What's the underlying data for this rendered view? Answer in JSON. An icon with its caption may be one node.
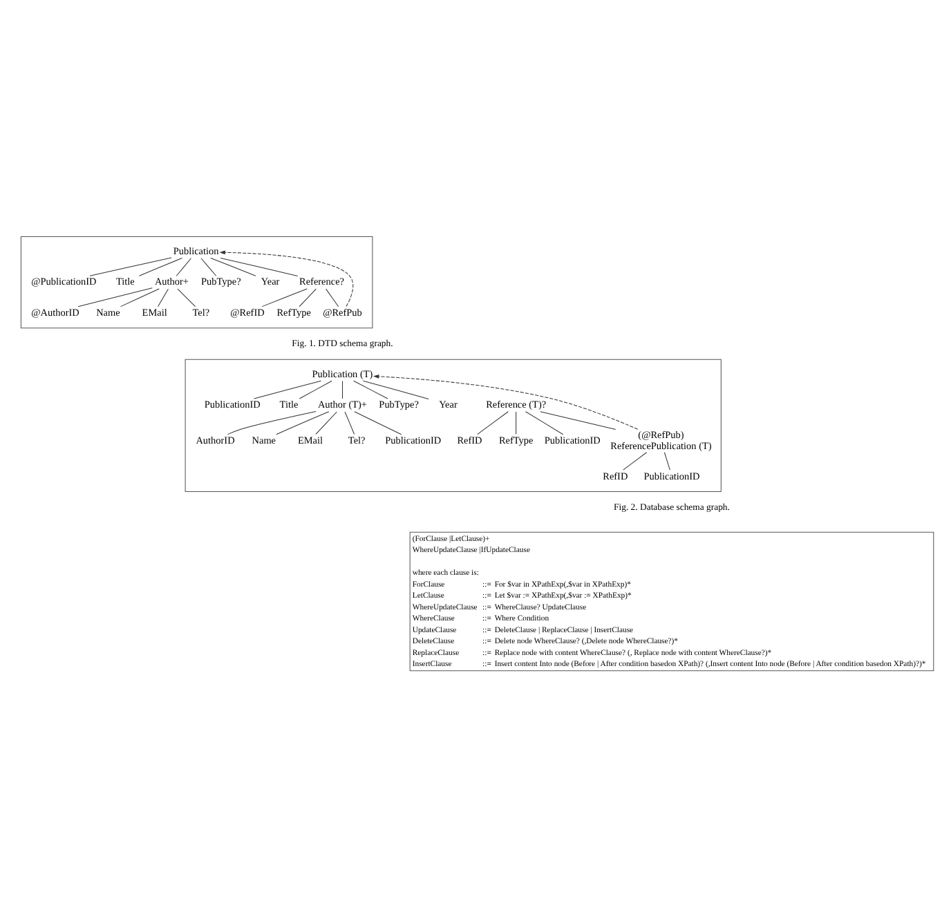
{
  "diagram": {
    "nodes": [
      {
        "text": [],
        "shape": "box"
      },
      {
        "text": [
          "Publication"
        ],
        "in": 0
      },
      {
        "text": [
          "@PublicationID"
        ],
        "in": 0
      },
      {
        "text": [
          "Title"
        ],
        "in": 0
      },
      {
        "text": [
          "Author+"
        ],
        "in": 0
      },
      {
        "text": [
          "PubType?"
        ],
        "in": 0
      },
      {
        "text": [
          "Year"
        ],
        "in": 0
      },
      {
        "text": [
          "Reference?"
        ],
        "in": 0
      },
      {
        "text": [
          "@AuthorID"
        ],
        "in": 0
      },
      {
        "text": [
          "Name"
        ],
        "in": 0
      },
      {
        "text": [
          "EMail"
        ],
        "in": 0
      },
      {
        "text": [
          "Tel?"
        ],
        "in": 0
      },
      {
        "text": [
          "@RefID"
        ],
        "in": 0
      },
      {
        "text": [
          "RefType"
        ],
        "in": 0
      },
      {
        "text": [
          "@RefPub"
        ],
        "in": 0
      },
      {
        "text": [],
        "shape": "box"
      },
      {
        "text": [
          "Publication (T)"
        ],
        "in": 15
      },
      {
        "text": [
          "PublicationID"
        ],
        "in": 15
      },
      {
        "text": [
          "Title"
        ],
        "in": 15
      },
      {
        "text": [
          "Author (T)+"
        ],
        "in": 15
      },
      {
        "text": [
          "PubType?"
        ],
        "in": 15
      },
      {
        "text": [
          "Year"
        ],
        "in": 15
      },
      {
        "text": [
          "Reference (T)?"
        ],
        "in": 15
      },
      {
        "text": [
          "AuthorID"
        ],
        "in": 15
      },
      {
        "text": [
          "Name"
        ],
        "in": 15
      },
      {
        "text": [
          "EMail"
        ],
        "in": 15
      },
      {
        "text": [
          "Tel?"
        ],
        "in": 15
      },
      {
        "text": [
          "PublicationID"
        ],
        "in": 15
      },
      {
        "text": [
          "RefID"
        ],
        "in": 15
      },
      {
        "text": [
          "RefType"
        ],
        "in": 15
      },
      {
        "text": [
          "PublicationID"
        ],
        "in": 15
      },
      {
        "text": [
          "(@RefPub)",
          "ReferencePublication (T)"
        ],
        "in": 15
      },
      {
        "text": [
          "RefID"
        ],
        "in": 15
      },
      {
        "text": [
          "PublicationID"
        ],
        "in": 15
      }
    ],
    "edges": [
      {
        "from": 1,
        "to": 2,
        "arrow": "none"
      },
      {
        "from": 1,
        "to": 3,
        "arrow": "none"
      },
      {
        "from": 1,
        "to": 4,
        "arrow": "none"
      },
      {
        "from": 1,
        "to": 5,
        "arrow": "none"
      },
      {
        "from": 1,
        "to": 6,
        "arrow": "none"
      },
      {
        "from": 1,
        "to": 7,
        "arrow": "none"
      },
      {
        "from": 4,
        "to": 8,
        "arrow": "none"
      },
      {
        "from": 4,
        "to": 9,
        "arrow": "none"
      },
      {
        "from": 4,
        "to": 10,
        "arrow": "none"
      },
      {
        "from": 4,
        "to": 11,
        "arrow": "none"
      },
      {
        "from": 7,
        "to": 12,
        "arrow": "none"
      },
      {
        "from": 7,
        "to": 13,
        "arrow": "none"
      },
      {
        "from": 7,
        "to": 14,
        "arrow": "none"
      },
      {
        "from": 14,
        "to": 1,
        "arrow": "to",
        "style": "dashed"
      },
      {
        "from": 16,
        "to": 17,
        "arrow": "none"
      },
      {
        "from": 16,
        "to": 18,
        "arrow": "none"
      },
      {
        "from": 16,
        "to": 19,
        "arrow": "none"
      },
      {
        "from": 16,
        "to": 20,
        "arrow": "none"
      },
      {
        "from": 16,
        "to": 21,
        "arrow": "none"
      },
      {
        "from": 19,
        "to": 23,
        "arrow": "none"
      },
      {
        "from": 19,
        "to": 24,
        "arrow": "none"
      },
      {
        "from": 19,
        "to": 25,
        "arrow": "none"
      },
      {
        "from": 19,
        "to": 26,
        "arrow": "none"
      },
      {
        "from": 19,
        "to": 27,
        "arrow": "none"
      },
      {
        "from": 22,
        "to": 28,
        "arrow": "none"
      },
      {
        "from": 22,
        "to": 29,
        "arrow": "none"
      },
      {
        "from": 22,
        "to": 30,
        "arrow": "none"
      },
      {
        "from": 22,
        "to": 31,
        "arrow": "none"
      },
      {
        "from": 31,
        "to": 16,
        "arrow": "to",
        "style": "dashed"
      },
      {
        "from": 31,
        "to": 32,
        "arrow": "none"
      },
      {
        "from": 31,
        "to": 33,
        "arrow": "none"
      }
    ],
    "labels": [
      "Fig. 1. DTD schema graph.",
      "Fig. 2. Database schema graph.",
      "(ForClause |LetClause)+",
      "WhereUpdateClause |IfUpdateClause",
      "where each clause is:",
      "ForClause",
      "::=",
      "For $var in XPathExp(,$var in XPathExp)*",
      "LetClause",
      "::=",
      "Let $var := XPathExp(,$var := XPathExp)*",
      "WhereUpdateClause",
      "::=",
      "WhereClause? UpdateClause",
      "WhereClause",
      "::=",
      "Where Condition",
      "UpdateClause",
      "::=",
      "DeleteClause | ReplaceClause | InsertClause",
      "DeleteClause",
      "::=",
      "Delete node WhereClause? (,Delete node WhereClause?)*",
      "ReplaceClause",
      "::=",
      "Replace node with content WhereClause? (, Replace node with content WhereClause?)*",
      "InsertClause",
      "::=",
      "Insert content Into node (Before | After condition basedon XPath)? (,Insert content Into node (Before | After condition basedon XPath)?)*"
    ]
  }
}
